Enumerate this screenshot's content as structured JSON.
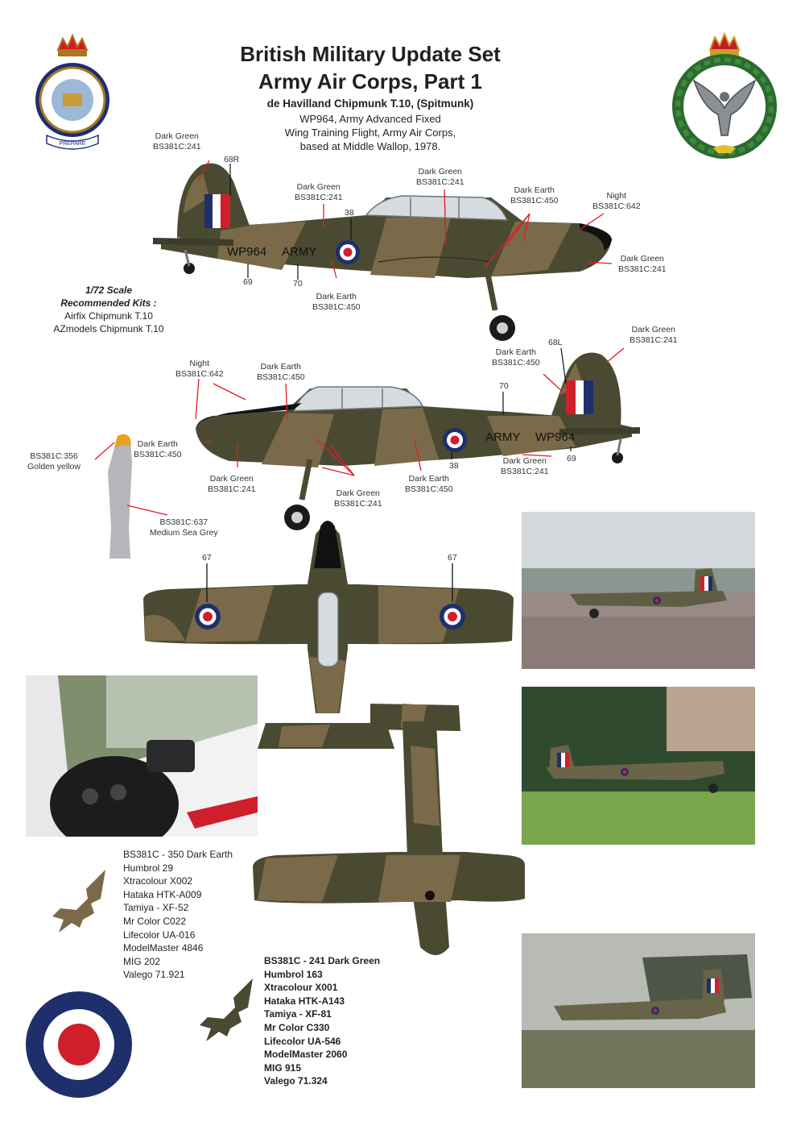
{
  "header": {
    "title_line1": "British Military Update Set",
    "title_line2": "Army Air Corps, Part 1",
    "aircraft": "de Havilland Chipmunk T.10, (Spitmunk)",
    "desc_line1": "WP964, Army Advanced Fixed",
    "desc_line2": "Wing Training Flight, Army Air Corps,",
    "desc_line3": "based at Middle Wallop, 1978."
  },
  "badges": {
    "left_motto": "PREPARE"
  },
  "kits": {
    "scale": "1/72 Scale",
    "heading": "Recommended Kits :",
    "items": [
      "Airfix Chipmunk T.10",
      "AZmodels Chipmunk T.10"
    ]
  },
  "side1": {
    "c_tail": [
      "Dark Green",
      "BS381C:241"
    ],
    "c_68r": "68R",
    "c_spine": [
      "Dark Green",
      "BS381C:241"
    ],
    "c_canopy": [
      "Dark Green",
      "BS381C:241"
    ],
    "c_earth_top": [
      "Dark Earth",
      "BS381C:450"
    ],
    "c_night": [
      "Night",
      "BS381C:642"
    ],
    "c_nose_green": [
      "Dark Green",
      "BS381C:241"
    ],
    "c_38": "38",
    "c_69": "69",
    "c_70": "70",
    "c_earth_bot": [
      "Dark Earth",
      "BS381C:450"
    ],
    "serial": "WP964",
    "army": "ARMY"
  },
  "side2": {
    "c_night": [
      "Night",
      "BS381C:642"
    ],
    "c_earth_top": [
      "Dark Earth",
      "BS381C:450"
    ],
    "c_earth_tail": [
      "Dark Earth",
      "BS381C:450"
    ],
    "c_68l": "68L",
    "c_tail_green": [
      "Dark Green",
      "BS381C:241"
    ],
    "c_70": "70",
    "c_earth_nose": [
      "Dark Earth",
      "BS381C:450"
    ],
    "c_green_nose": [
      "Dark Green",
      "BS381C:241"
    ],
    "c_green_mid": [
      "Dark Green",
      "BS381C:241"
    ],
    "c_earth_bottom": [
      "Dark Earth",
      "BS381C:450"
    ],
    "c_green_rear": [
      "Dark Green",
      "BS381C:241"
    ],
    "c_38": "38",
    "c_69": "69",
    "serial": "WP964",
    "army": "ARMY"
  },
  "prop": {
    "tip": [
      "BS381C:356",
      "Golden yellow"
    ],
    "blade": [
      "BS381C:637",
      "Medium Sea Grey"
    ]
  },
  "plan": {
    "c_67_left": "67",
    "c_67_right": "67"
  },
  "paints": {
    "earth": [
      "BS381C - 350 Dark Earth",
      "Humbrol 29",
      "Xtracolour X002",
      "Hataka HTK-A009",
      "Tamiya - XF-52",
      "Mr Color C022",
      "Lifecolor UA-016",
      "ModelMaster 4846",
      "MIG 202",
      "Valego 71.921"
    ],
    "green": [
      "BS381C - 241 Dark Green",
      "Humbrol 163",
      "Xtracolour X001",
      "Hataka HTK-A143",
      "Tamiya - XF-81",
      "Mr Color C330",
      "Lifecolor UA-546",
      "ModelMaster 2060",
      "MIG 915",
      "Valego 71.324"
    ]
  },
  "colors": {
    "dark_green": "#4a4a33",
    "dark_earth": "#7a6a49",
    "night": "#111111",
    "roundel_red": "#cf1f2a",
    "roundel_blue": "#1f2f6b",
    "medium_sea_grey": "#b5b7ba",
    "golden_yellow": "#e9a21e"
  }
}
